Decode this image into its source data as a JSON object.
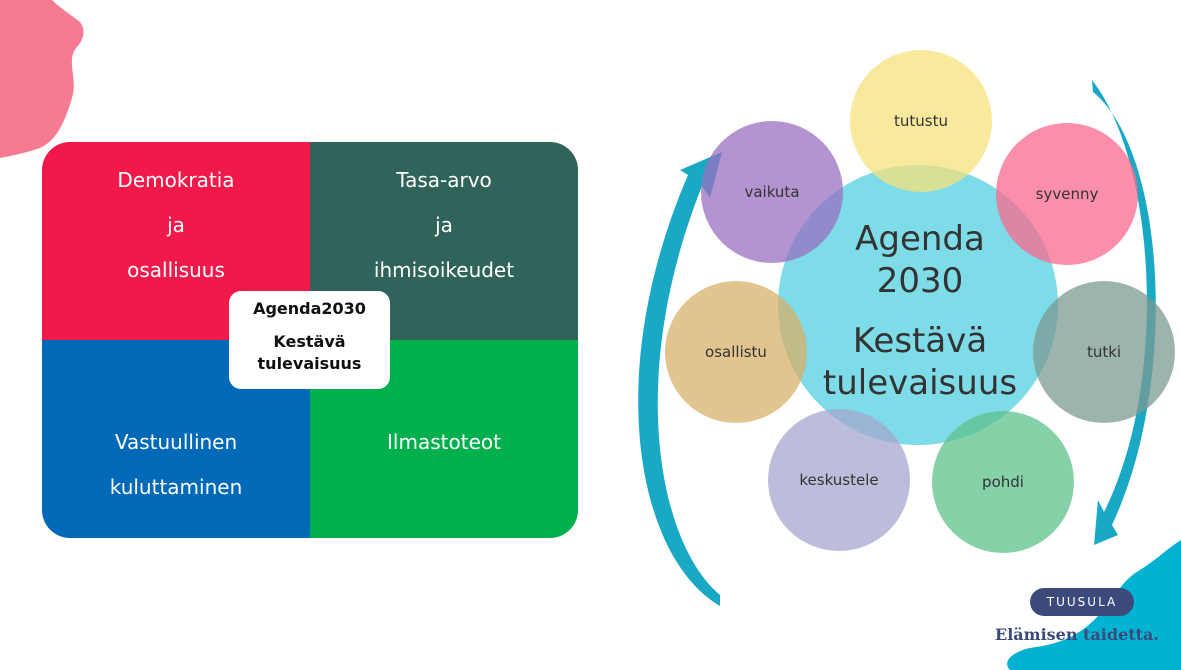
{
  "quadrants": {
    "top_left": {
      "lines": [
        "Demokratia",
        "ja",
        "osallisuus"
      ],
      "color": "#f0194a"
    },
    "top_right": {
      "lines": [
        "Tasa-arvo",
        "ja",
        "ihmisoikeudet"
      ],
      "color": "#30645a"
    },
    "bottom_left": {
      "lines": [
        "Vastuullinen",
        "kuluttaminen"
      ],
      "color": "#0069b8"
    },
    "bottom_right": {
      "lines": [
        "Ilmastoteot"
      ],
      "color": "#00b04c"
    }
  },
  "center_box": {
    "title": "Agenda2030",
    "line1": "Kestävä",
    "line2": "tulevaisuus"
  },
  "cycle": {
    "center_lines": [
      "Agenda",
      "2030",
      "Kestävä",
      "tulevaisuus"
    ],
    "center_color": "#7ddce8",
    "steps": [
      {
        "label": "tutustu",
        "color": "#f7e27c"
      },
      {
        "label": "syvenny",
        "color": "#f9698e"
      },
      {
        "label": "tutki",
        "color": "#7b9a93"
      },
      {
        "label": "pohdi",
        "color": "#5ec28b"
      },
      {
        "label": "keskustele",
        "color": "#a4a7cf"
      },
      {
        "label": "osallistu",
        "color": "#d8b06b"
      },
      {
        "label": "vaikuta",
        "color": "#9a70c1"
      }
    ],
    "arrow_color": "#1aa9c4"
  },
  "brand": {
    "name": "TUUSULA",
    "slogan": "Elämisen taidetta."
  },
  "decor_colors": {
    "pink_blob": "#f57b93",
    "blue_blob": "#00b3d3"
  }
}
